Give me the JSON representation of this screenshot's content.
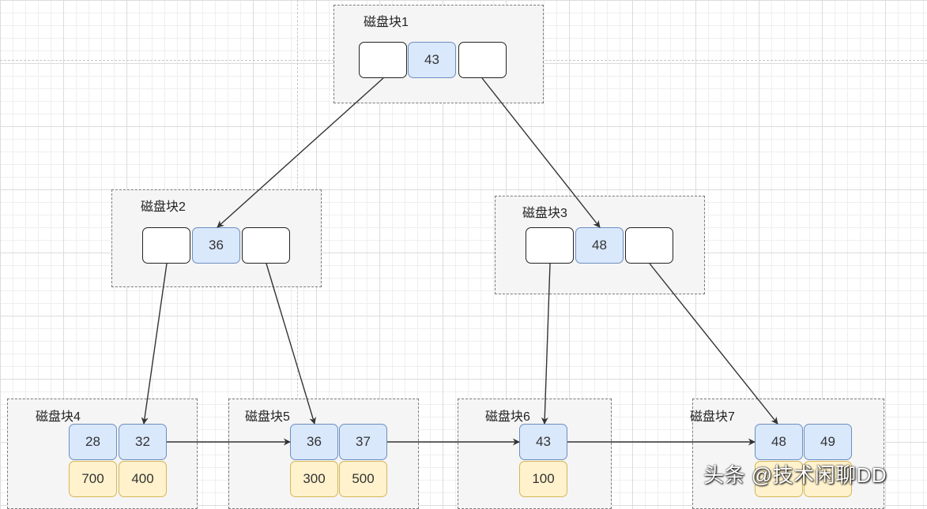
{
  "blocks": [
    {
      "label": "磁盘块1",
      "keys": [
        "",
        "43",
        ""
      ]
    },
    {
      "label": "磁盘块2",
      "keys": [
        "",
        "36",
        ""
      ]
    },
    {
      "label": "磁盘块3",
      "keys": [
        "",
        "48",
        ""
      ]
    },
    {
      "label": "磁盘块4",
      "keys": [
        "28",
        "32"
      ],
      "data": [
        "700",
        "400"
      ]
    },
    {
      "label": "磁盘块5",
      "keys": [
        "36",
        "37"
      ],
      "data": [
        "300",
        "500"
      ]
    },
    {
      "label": "磁盘块6",
      "keys": [
        "43"
      ],
      "data": [
        "100"
      ]
    },
    {
      "label": "磁盘块7",
      "keys": [
        "48",
        "49"
      ],
      "data": [
        "",
        ""
      ]
    }
  ],
  "watermark": "头条 @技术闲聊DD",
  "colors": {
    "key_fill": "#dae8fc",
    "key_stroke": "#6c8ebf",
    "data_fill": "#fff2cc",
    "data_stroke": "#d6b656",
    "block_fill": "#f5f5f5",
    "arrow": "#333333"
  }
}
